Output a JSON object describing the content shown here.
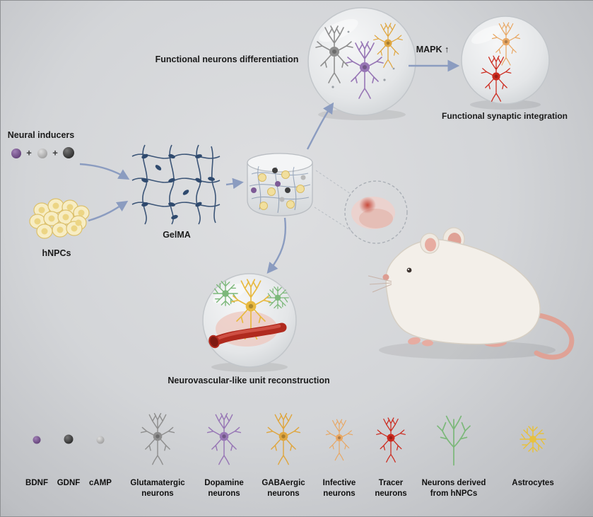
{
  "figure": {
    "labels": {
      "functional_neurons_differentiation": "Functional neurons differentiation",
      "mapk": "MAPK ↑",
      "functional_synaptic_integration": "Functional synaptic integration",
      "neural_inducers": "Neural inducers",
      "plus": "+",
      "gelma": "GelMA",
      "hnpcs": "hNPCs",
      "neurovascular_reconstruction": "Neurovascular-like unit reconstruction"
    },
    "legend": {
      "items": [
        {
          "id": "bdnf",
          "label": "BDNF",
          "icon": "purple-dot",
          "color": "#7d5a96"
        },
        {
          "id": "gdnf",
          "label": "GDNF",
          "icon": "dark-dot",
          "color": "#3f3f3f"
        },
        {
          "id": "camp",
          "label": "cAMP",
          "icon": "gray-dot",
          "color": "#b9b9b9"
        },
        {
          "id": "glutamatergic",
          "label": "Glutamatergic\nneurons",
          "icon": "neuron",
          "color": "#8f8f8f"
        },
        {
          "id": "dopamine",
          "label": "Dopamine\nneurons",
          "icon": "neuron",
          "color": "#9776b5"
        },
        {
          "id": "gabaergic",
          "label": "GABAergic\nneurons",
          "icon": "neuron",
          "color": "#dfa63f"
        },
        {
          "id": "infective",
          "label": "Infective\nneurons",
          "icon": "neuron",
          "color": "#e8a763"
        },
        {
          "id": "tracer",
          "label": "Tracer\nneurons",
          "icon": "neuron",
          "color": "#cc2a1e"
        },
        {
          "id": "derived",
          "label": "Neurons derived\nfrom hNPCs",
          "icon": "bushy-neuron",
          "color": "#7cb87a"
        },
        {
          "id": "astrocytes",
          "label": "Astrocytes",
          "icon": "astrocyte",
          "color": "#e7c13f"
        }
      ]
    },
    "colors": {
      "arrow": "#8b9cc0",
      "gelma_mesh": "#3c5577",
      "gelma_bead": "#2f4a6e",
      "hnpc_cell": "#f7edc4",
      "hnpc_border": "#dcc06a",
      "inducer_purple": "#7d5a96",
      "inducer_gray": "#b9b9b9",
      "inducer_dark": "#3f3f3f",
      "neuron_gray": "#8f8f8f",
      "neuron_purple": "#9776b5",
      "neuron_gold": "#dfa63f",
      "neuron_orange": "#e8a763",
      "neuron_red": "#cc2a1e",
      "neuron_green": "#7cb87a",
      "astrocyte_yellow": "#e7c13f",
      "vessel_red": "#b02a1e",
      "rat_body": "#f3efe9",
      "rat_pink": "#e2a79d",
      "text": "#1b1b1b"
    }
  }
}
